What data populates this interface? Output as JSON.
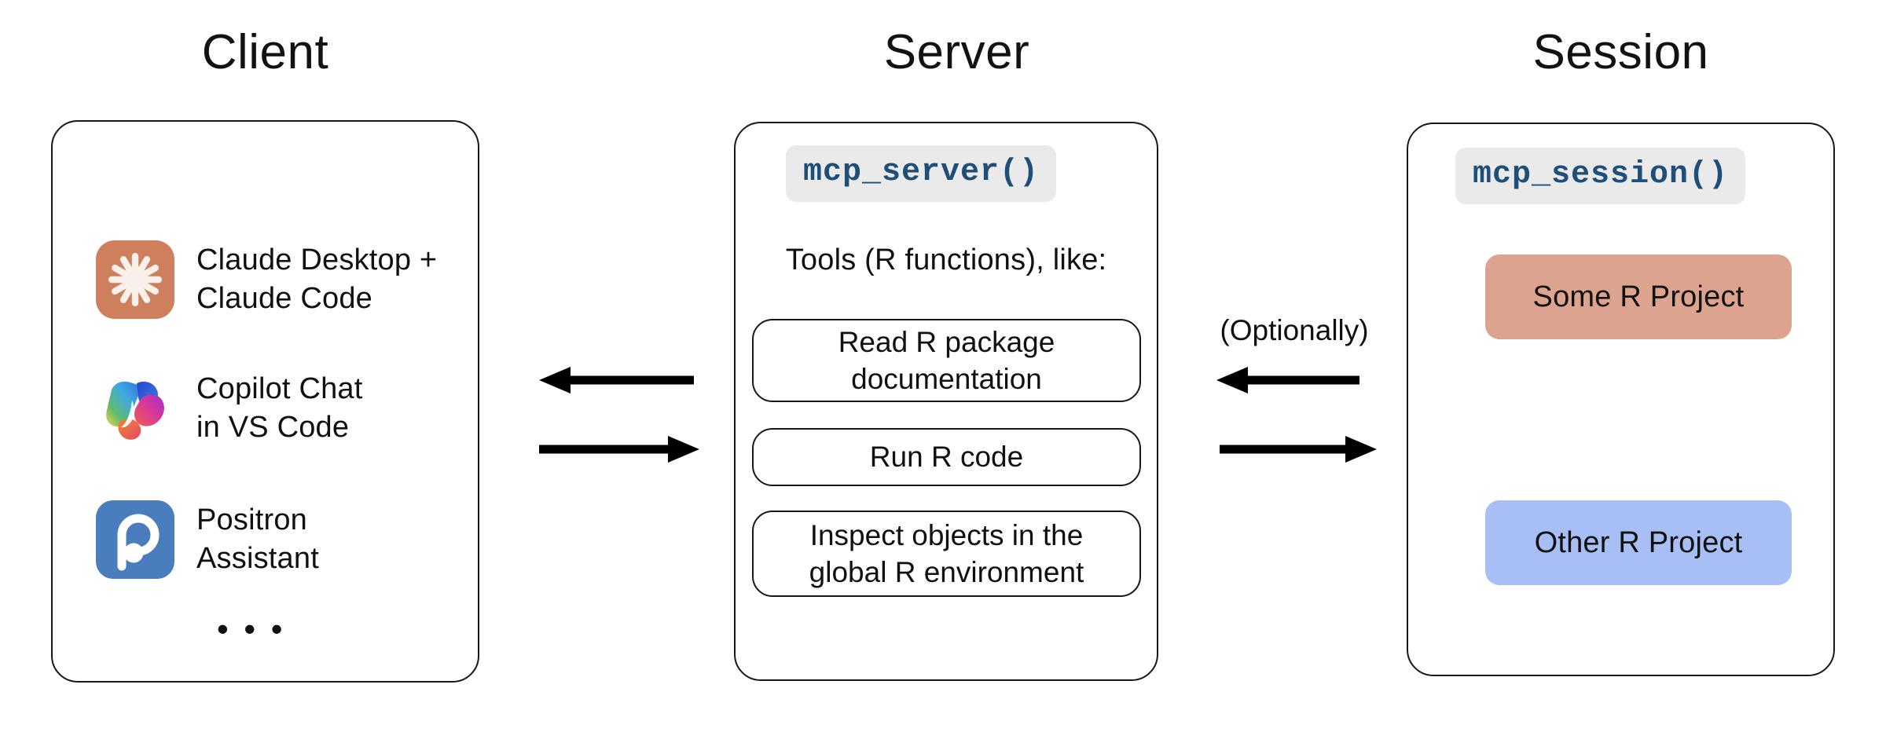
{
  "columns": [
    {
      "title": "Client"
    },
    {
      "title": "Server"
    },
    {
      "title": "Session"
    }
  ],
  "client": {
    "title": "Client",
    "items": [
      {
        "icon": "claude-icon",
        "label": "Claude Desktop +\nClaude Code"
      },
      {
        "icon": "copilot-icon",
        "label": "Copilot Chat\nin VS Code"
      },
      {
        "icon": "positron-icon",
        "label": "Positron\nAssistant"
      }
    ],
    "ellipsis": "• • •"
  },
  "server": {
    "title": "Server",
    "code_chip": "mcp_server()",
    "tools_caption": "Tools (R functions), like:",
    "tools": [
      "Read R package\ndocumentation",
      "Run R code",
      "Inspect objects in the\nglobal R environment"
    ]
  },
  "session": {
    "title": "Session",
    "code_chip": "mcp_session()",
    "projects": [
      {
        "label": "Some R Project",
        "color": "#DCA48F"
      },
      {
        "label": "Other R Project",
        "color": "#A7BFF5"
      }
    ]
  },
  "connectors": {
    "client_server": {
      "top_arrow": "left",
      "bottom_arrow": "right"
    },
    "server_session": {
      "label": "(Optionally)",
      "top_arrow": "left",
      "bottom_arrow": "right"
    }
  },
  "colors": {
    "code_text": "#1F4E79",
    "code_chip_bg": "#EAEAEA",
    "border": "#18181A",
    "claude_orange": "#CD7F5E",
    "positron_blue": "#4A7DBD",
    "project_salmon": "#DCA48F",
    "project_blue": "#A7BFF5",
    "background": "#FFFFFF"
  }
}
